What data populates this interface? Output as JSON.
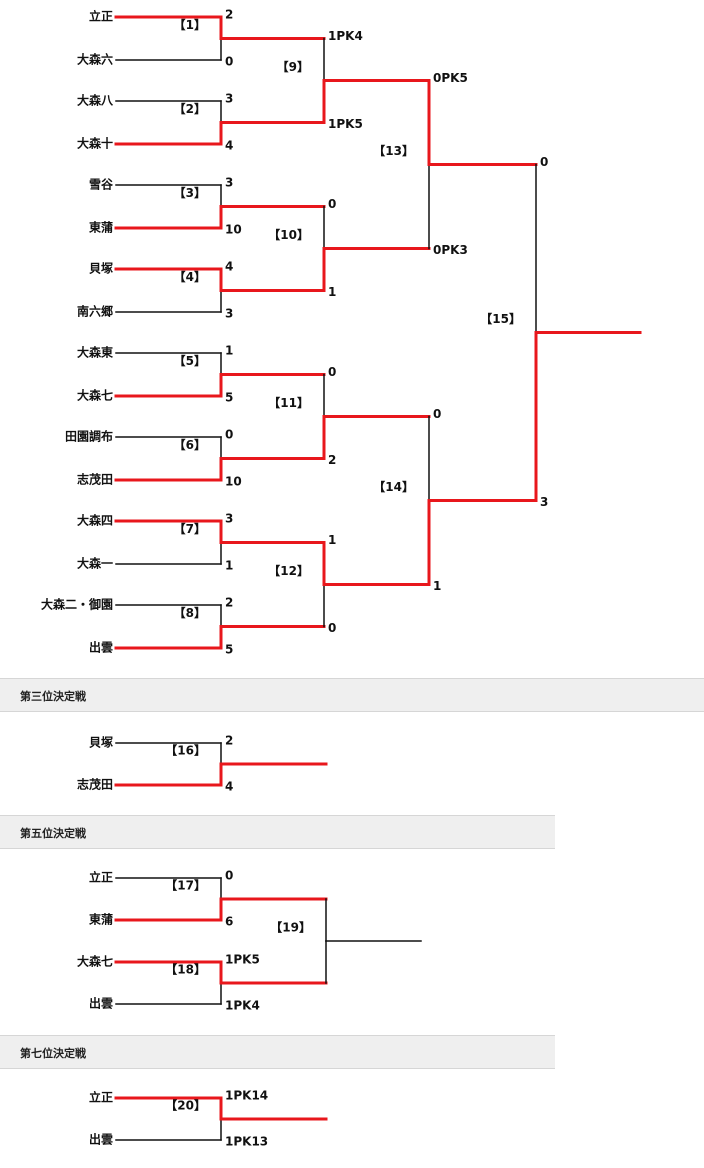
{
  "colors": {
    "winner": "#e8171c",
    "loser": "#111111"
  },
  "main_bracket": {
    "round1": [
      {
        "id": "【1】",
        "top": {
          "team": "立正",
          "score": "2",
          "win": true
        },
        "bottom": {
          "team": "大森六",
          "score": "0",
          "win": false
        }
      },
      {
        "id": "【2】",
        "top": {
          "team": "大森八",
          "score": "3",
          "win": false
        },
        "bottom": {
          "team": "大森十",
          "score": "4",
          "win": true
        }
      },
      {
        "id": "【3】",
        "top": {
          "team": "雪谷",
          "score": "3",
          "win": false
        },
        "bottom": {
          "team": "東蒲",
          "score": "10",
          "win": true
        }
      },
      {
        "id": "【4】",
        "top": {
          "team": "貝塚",
          "score": "4",
          "win": true
        },
        "bottom": {
          "team": "南六郷",
          "score": "3",
          "win": false
        }
      },
      {
        "id": "【5】",
        "top": {
          "team": "大森東",
          "score": "1",
          "win": false
        },
        "bottom": {
          "team": "大森七",
          "score": "5",
          "win": true
        }
      },
      {
        "id": "【6】",
        "top": {
          "team": "田園調布",
          "score": "0",
          "win": false
        },
        "bottom": {
          "team": "志茂田",
          "score": "10",
          "win": true
        }
      },
      {
        "id": "【7】",
        "top": {
          "team": "大森四",
          "score": "3",
          "win": true
        },
        "bottom": {
          "team": "大森一",
          "score": "1",
          "win": false
        }
      },
      {
        "id": "【8】",
        "top": {
          "team": "大森二・御園",
          "score": "2",
          "win": false
        },
        "bottom": {
          "team": "出雲",
          "score": "5",
          "win": true
        }
      }
    ],
    "round2": [
      {
        "id": "【9】",
        "top_score": "1PK4",
        "bottom_score": "1PK5",
        "winner": "bottom"
      },
      {
        "id": "【10】",
        "top_score": "0",
        "bottom_score": "1",
        "winner": "bottom"
      },
      {
        "id": "【11】",
        "top_score": "0",
        "bottom_score": "2",
        "winner": "bottom"
      },
      {
        "id": "【12】",
        "top_score": "1",
        "bottom_score": "0",
        "winner": "top"
      }
    ],
    "round3": [
      {
        "id": "【13】",
        "top_score": "0PK5",
        "bottom_score": "0PK3",
        "winner": "top"
      },
      {
        "id": "【14】",
        "top_score": "0",
        "bottom_score": "1",
        "winner": "bottom"
      }
    ],
    "final": {
      "id": "【15】",
      "top_score": "0",
      "bottom_score": "3",
      "winner": "bottom"
    }
  },
  "third_place": {
    "title": "第三位決定戦",
    "match": {
      "id": "【16】",
      "top": {
        "team": "貝塚",
        "score": "2",
        "win": false
      },
      "bottom": {
        "team": "志茂田",
        "score": "4",
        "win": true
      }
    }
  },
  "fifth_place": {
    "title": "第五位決定戦",
    "semis": [
      {
        "id": "【17】",
        "top": {
          "team": "立正",
          "score": "0",
          "win": false
        },
        "bottom": {
          "team": "東蒲",
          "score": "6",
          "win": true
        }
      },
      {
        "id": "【18】",
        "top": {
          "team": "大森七",
          "score": "1PK5",
          "win": true
        },
        "bottom": {
          "team": "出雲",
          "score": "1PK4",
          "win": false
        }
      }
    ],
    "final": {
      "id": "【19】"
    }
  },
  "seventh_place": {
    "title": "第七位決定戦",
    "match": {
      "id": "【20】",
      "top": {
        "team": "立正",
        "score": "1PK14",
        "win": true
      },
      "bottom": {
        "team": "出雲",
        "score": "1PK13",
        "win": false
      }
    }
  }
}
